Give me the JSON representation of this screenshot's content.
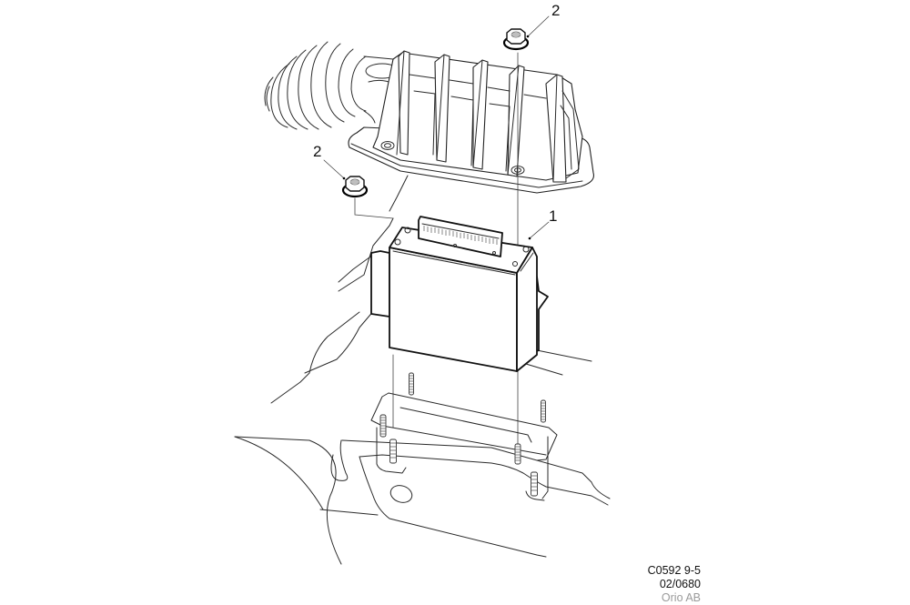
{
  "diagram": {
    "type": "exploded-view technical illustration",
    "subject": "Control module mounting under air intake housing",
    "callouts": [
      {
        "id": "callout-1",
        "number": "1",
        "part": "control-module"
      },
      {
        "id": "callout-2a",
        "number": "2",
        "part": "flange-nut-top"
      },
      {
        "id": "callout-2b",
        "number": "2",
        "part": "flange-nut-left"
      }
    ]
  },
  "credit": {
    "figure_code": "C0592 9-5",
    "revision": "02/0680",
    "publisher": "Orio AB"
  },
  "colors": {
    "line": "#2a2a2a",
    "background": "#ffffff",
    "muted_text": "#9a9a9a"
  }
}
